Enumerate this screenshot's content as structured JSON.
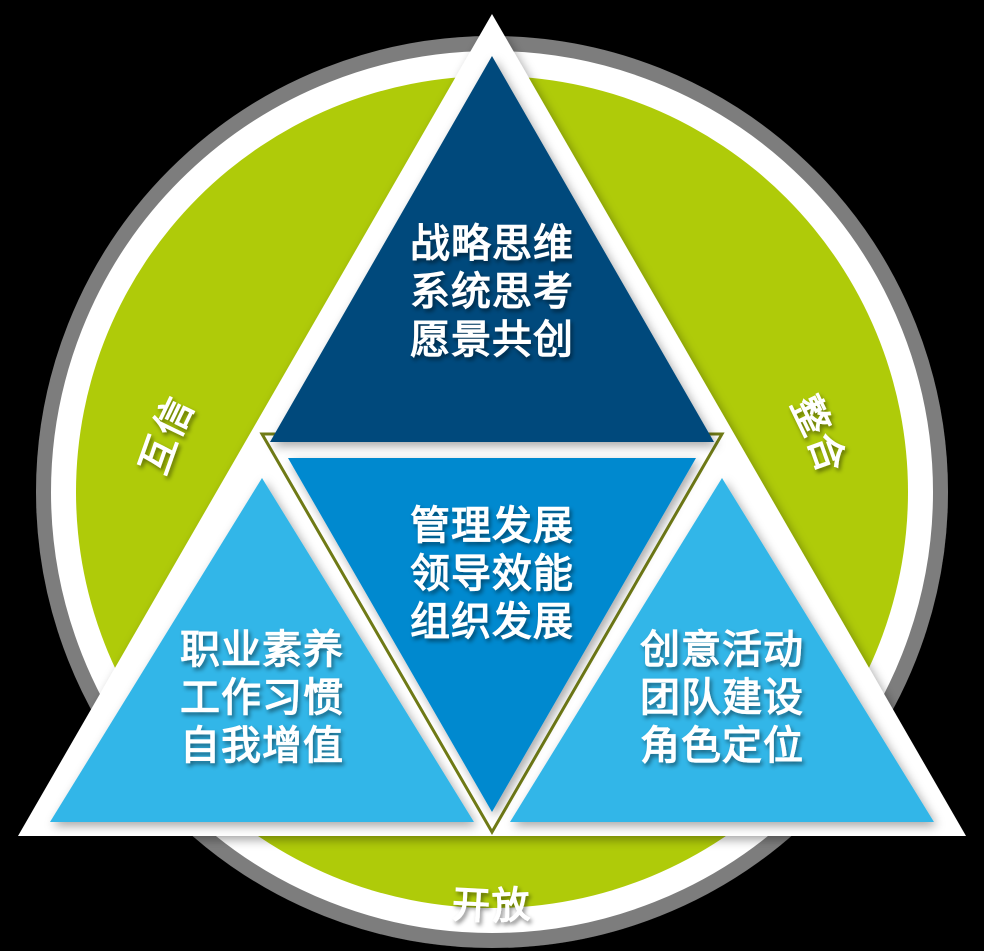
{
  "diagram": {
    "type": "nested-triangle-venn",
    "title": "",
    "background_color": "#000000",
    "colors": {
      "outer_ring_gray": "#7d7d7d",
      "inner_circle_green": "#afcb09",
      "top_triangle_navy": "#004a7c",
      "center_triangle_blue": "#0089cf",
      "side_triangle_light_blue": "#31b6e8",
      "border_white": "#ffffff",
      "edge_line_olive": "#6f7a16",
      "text_white": "#ffffff"
    },
    "ring_labels": [
      {
        "id": "ring-label-left",
        "text": "互信",
        "position": "upper-left"
      },
      {
        "id": "ring-label-right",
        "text": "整合",
        "position": "upper-right"
      },
      {
        "id": "ring-label-bottom",
        "text": "开放",
        "position": "bottom"
      }
    ],
    "segments": [
      {
        "id": "segment-top",
        "position": "top",
        "color": "#004a7c",
        "lines": [
          "战略思维",
          "系统思考",
          "愿景共创"
        ]
      },
      {
        "id": "segment-center",
        "position": "center",
        "color": "#0089cf",
        "lines": [
          "管理发展",
          "领导效能",
          "组织发展"
        ]
      },
      {
        "id": "segment-left",
        "position": "bottom-left",
        "color": "#31b6e8",
        "lines": [
          "职业素养",
          "工作习惯",
          "自我增值"
        ]
      },
      {
        "id": "segment-right",
        "position": "bottom-right",
        "color": "#31b6e8",
        "lines": [
          "创意活动",
          "团队建设",
          "角色定位"
        ]
      }
    ]
  }
}
